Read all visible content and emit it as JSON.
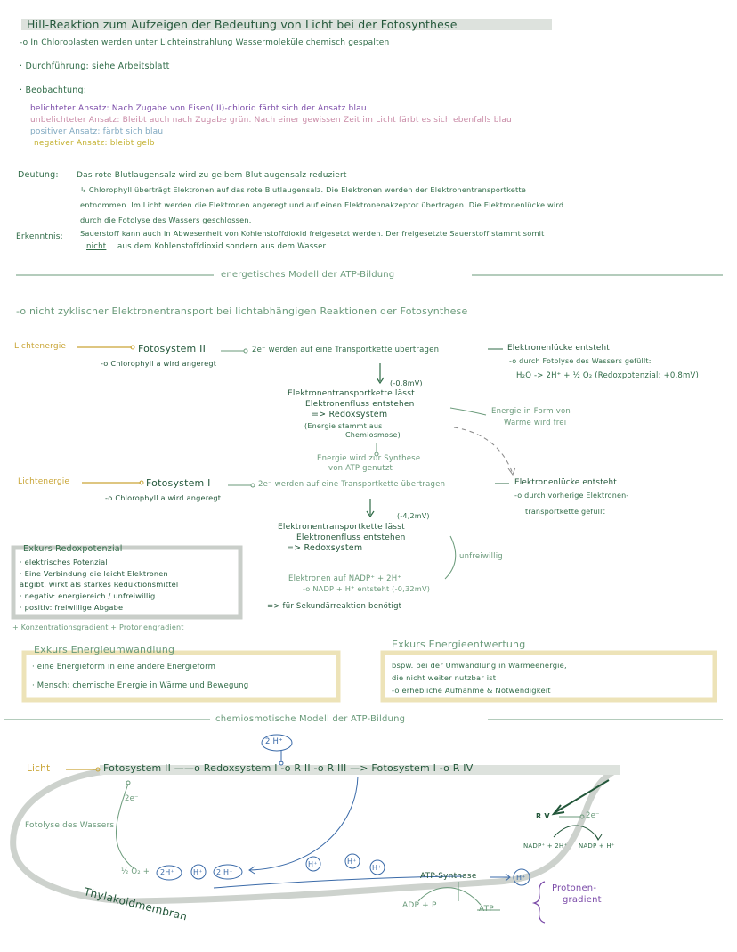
{
  "title": "Hill-Reaktion zum Aufzeigen der Bedeutung von Licht bei der Fotosynthese",
  "intro": "-o In Chloroplasten werden unter Lichteinstrahlung Wassermoleküle chemisch gespalten",
  "durchfuehrung": "· Durchführung: siehe Arbeitsblatt",
  "beobachtung": {
    "heading": "· Beobachtung:",
    "belichtet": "belichteter Ansatz: Nach Zugabe von Eisen(III)-chlorid färbt sich der Ansatz blau",
    "unbelichtet": "unbelichteter Ansatz: Bleibt auch nach Zugabe grün. Nach einer gewissen Zeit im Licht färbt es sich ebenfalls blau",
    "positiv": "positiver Ansatz: färbt sich blau",
    "negativ": "negativer Ansatz: bleibt gelb"
  },
  "deutung": {
    "label": "Deutung:",
    "line1": "Das rote Blutlaugensalz wird zu gelbem Blutlaugensalz reduziert",
    "line2": "↳ Chlorophyll überträgt Elektronen auf das rote Blutlaugensalz. Die Elektronen werden der Elektronentransportkette",
    "line3": "entnommen. Im Licht werden die Elektronen angeregt und auf einen Elektronenakzeptor übertragen. Die Elektronenlücke wird",
    "line4": "durch die Fotolyse des Wassers geschlossen."
  },
  "erkenntnis": {
    "label": "Erkenntnis:",
    "line1": "Sauerstoff kann auch in Abwesenheit von Kohlenstoffdioxid freigesetzt werden. Der freigesetzte Sauerstoff stammt somit",
    "nicht": "nicht",
    "line2rest": "aus dem Kohlenstoffdioxid sondern aus dem Wasser"
  },
  "section_atp": "energetisches Modell der ATP-Bildung",
  "nichtzyklisch": "-o nicht zyklischer Elektronentransport bei lichtabhängigen Reaktionen der Fotosynthese",
  "ps2": {
    "licht": "Lichtenergie",
    "name": "Fotosystem II",
    "transfer": "2e⁻ werden auf eine Transportkette übertragen",
    "sub": "-o Chlorophyll a wird angeregt",
    "luecke": "Elektronenlücke entsteht",
    "fotolyse": "-o durch Fotolyse des Wassers gefüllt:",
    "equation": "H₂O -> 2H⁺ + ½ O₂   (Redoxpotenzial: +0,8mV)"
  },
  "etk1": {
    "potential": "(-0,8mV)",
    "line1": "Elektronentransportkette lässt",
    "line2": "Elektronenfluss entstehen",
    "line3": "=> Redoxsystem",
    "line4": "(Energie stammt aus",
    "line5": "Chemiosmose)",
    "waerme1": "Energie in Form von",
    "waerme2": "Wärme wird frei",
    "atp1": "Energie wird zur Synthese",
    "atp2": "von ATP genutzt"
  },
  "ps1": {
    "licht": "Lichtenergie",
    "name": "Fotosystem I",
    "transfer": "2e⁻ werden auf eine Transportkette übertragen",
    "sub": "-o Chlorophyll a wird angeregt",
    "luecke": "Elektronenlücke entsteht",
    "vorherige1": "-o durch vorherige Elektronen-",
    "vorherige2": "transportkette gefüllt"
  },
  "etk2": {
    "potential": "(-4,2mV)",
    "line1": "Elektronentransportkette lässt",
    "line2": "Elektronenfluss entstehen",
    "line3": "=> Redoxsystem",
    "unfreiwillig": "unfreiwillig",
    "nadp1": "Elektronen auf NADP⁺ + 2H⁺",
    "nadp2": "-o NADP + H⁺ entsteht  (-0,32mV)",
    "sekundaer": "=> für Sekundärreaktion benötigt"
  },
  "exkurs_redox": {
    "title": "Exkurs Redoxpotenzial",
    "items": [
      "· elektrisches Potenzial",
      "· Eine Verbindung die leicht Elektronen",
      "  abgibt, wirkt als starkes Reduktionsmittel",
      "· negativ: energiereich / unfreiwillig",
      "· positiv: freiwillige Abgabe"
    ]
  },
  "gradients": "+ Konzentrationsgradient   + Protonengradient",
  "exkurs_umwandlung": {
    "title": "Exkurs Energieumwandlung",
    "items": [
      "· eine Energieform in eine andere Energieform",
      "· Mensch: chemische Energie in Wärme und Bewegung"
    ]
  },
  "exkurs_entwertung": {
    "title": "Exkurs Energieentwertung",
    "items": [
      "bspw. bei der Umwandlung in Wärmeenergie,",
      "die nicht weiter nutzbar ist",
      "-o erhebliche Aufnahme & Notwendigkeit"
    ]
  },
  "section_chemi": "chemiosmotische Modell der ATP-Bildung",
  "chemi": {
    "h2": "2 H⁺",
    "licht": "Licht",
    "chain": "Fotosystem II ——o Redoxsystem I -o R II -o R III —> Fotosystem I -o R IV",
    "e1": "2e⁻",
    "fotolyse": "Fotolyse des Wassers",
    "half": "½ O₂ +",
    "ions": [
      "2H⁺",
      "H⁺",
      "2 H⁺",
      "H⁺",
      "H⁺",
      "H⁺"
    ],
    "rv": "R V",
    "e2": "2e⁻",
    "nadp": "NADP⁺ + 2H⁺",
    "nadph": "NADP + H⁺",
    "synthase": "ATP-Synthase",
    "hout": "H⁺",
    "adp": "ADP + P",
    "atp": "ATP",
    "protonen1": "Protonen-",
    "protonen2": "gradient",
    "membran": "Thylakoidmembran"
  },
  "colors": {
    "green": "#2f6b47",
    "light_green": "#6a9a7a",
    "yellow": "#c9a536",
    "purple": "#7a4aa8",
    "pink": "#c98aa6",
    "blue": "#3a6aa8",
    "box_gray": "#c9cec9",
    "box_yellow": "#ede3b8"
  }
}
